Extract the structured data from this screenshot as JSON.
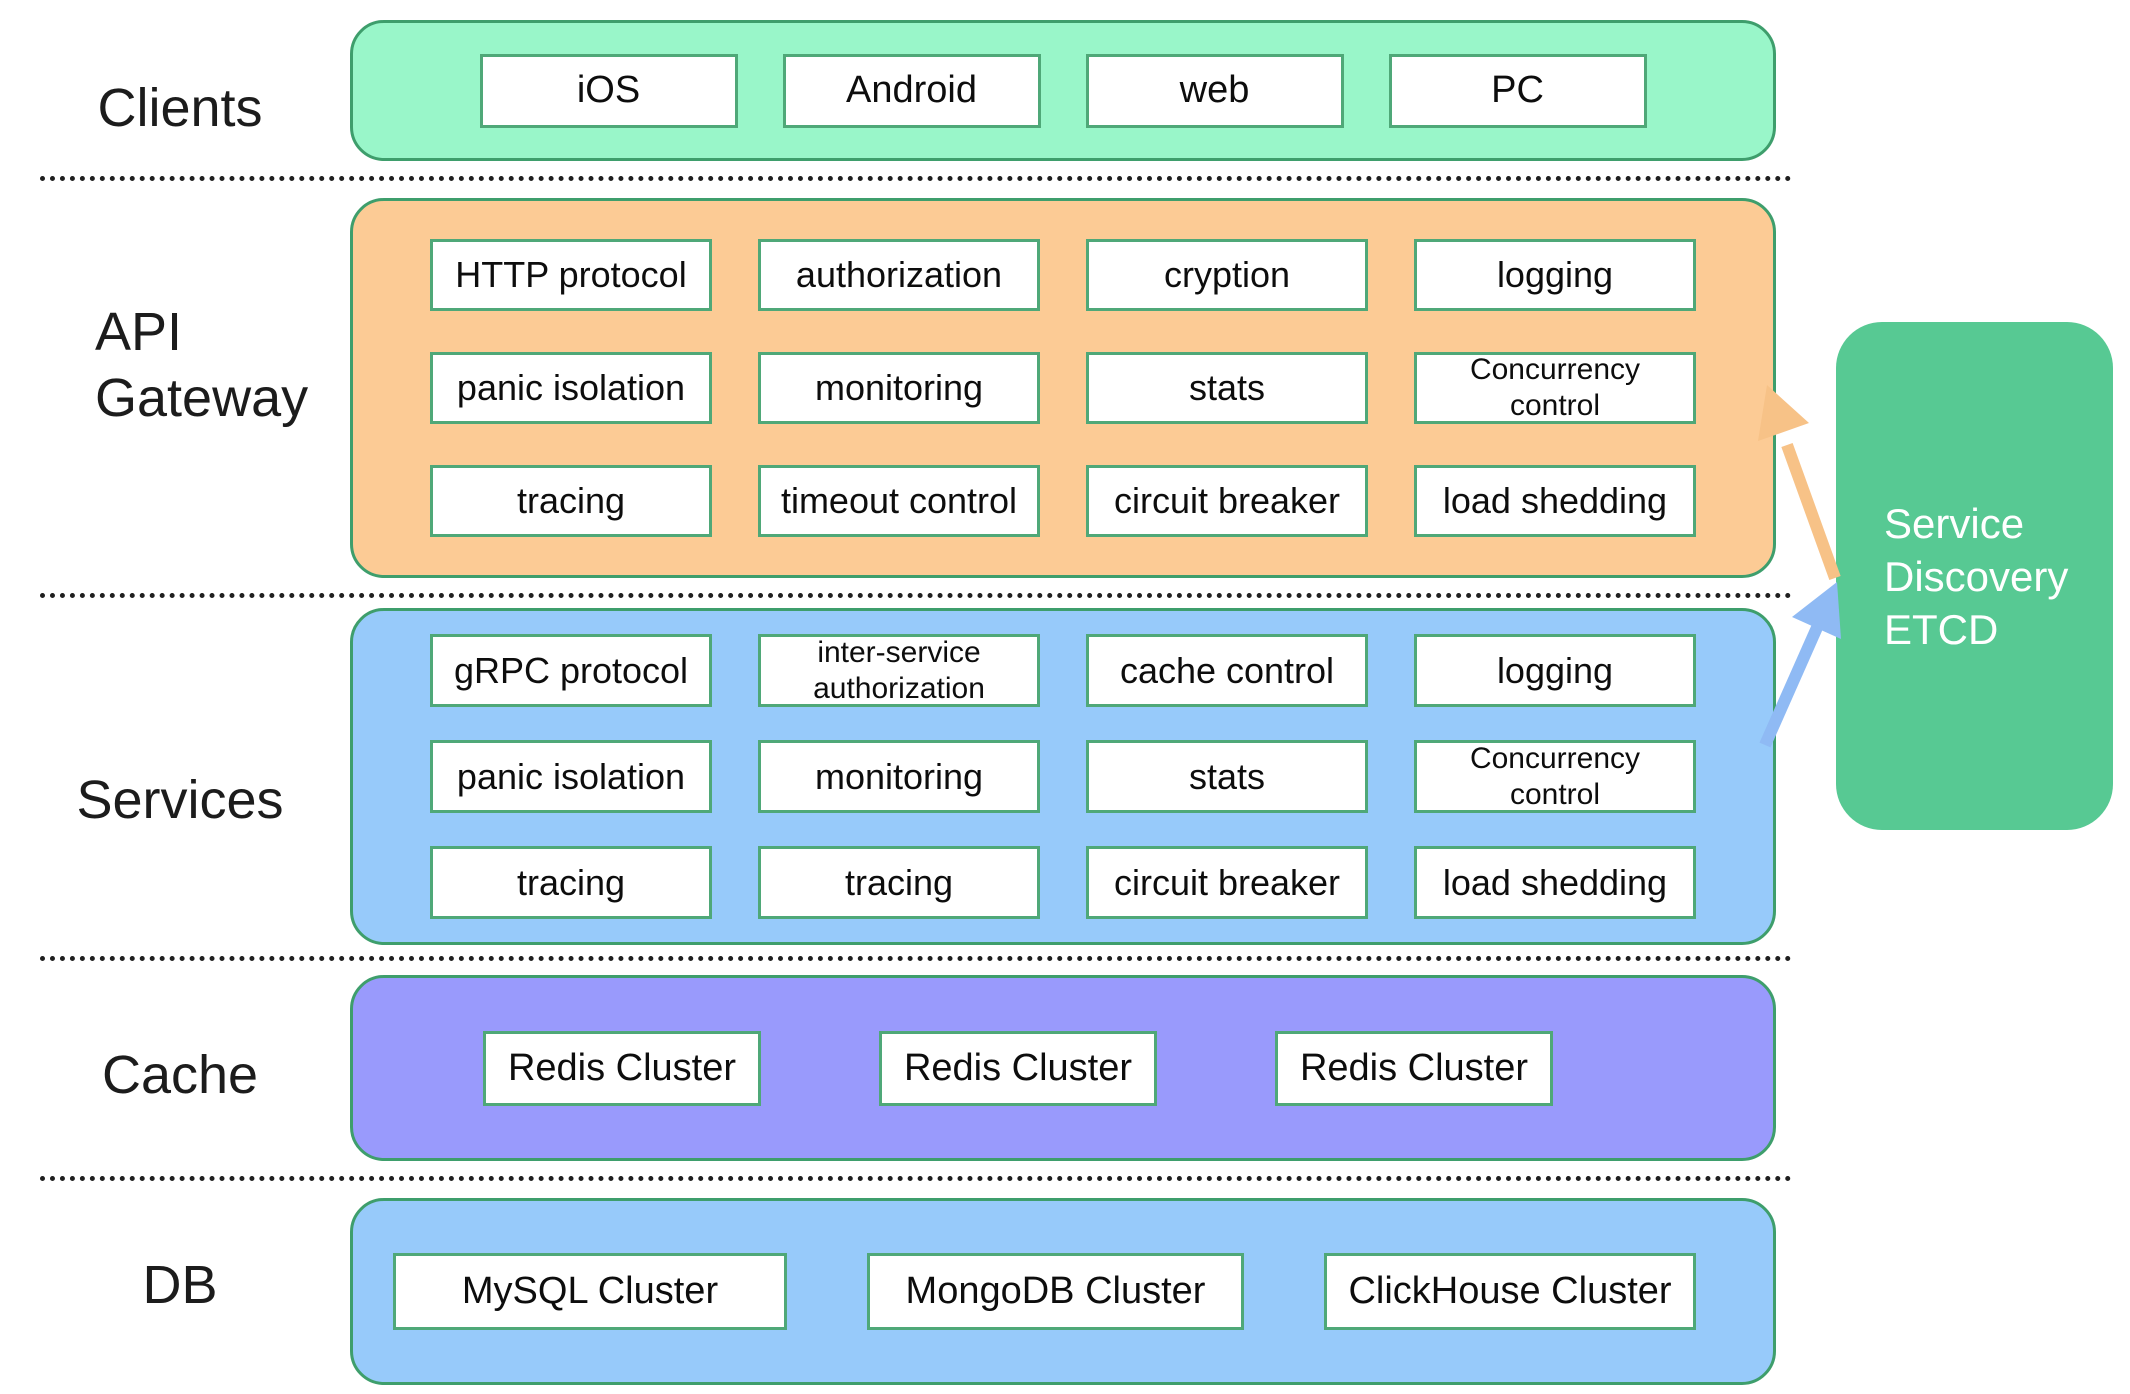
{
  "labels": {
    "clients": "Clients",
    "api_line1": "API",
    "api_line2": "Gateway",
    "services": "Services",
    "cache": "Cache",
    "db": "DB"
  },
  "clients": {
    "items": [
      "iOS",
      "Android",
      "web",
      "PC"
    ]
  },
  "gateway": {
    "rows": [
      [
        "HTTP protocol",
        "authorization",
        "cryption",
        "logging"
      ],
      [
        "panic isolation",
        "monitoring",
        "stats",
        "Concurrency control"
      ],
      [
        "tracing",
        "timeout control",
        "circuit breaker",
        "load shedding"
      ]
    ]
  },
  "services": {
    "rows": [
      [
        "gRPC protocol",
        "inter-service authorization",
        "cache control",
        "logging"
      ],
      [
        "panic isolation",
        "monitoring",
        "stats",
        "Concurrency control"
      ],
      [
        "tracing",
        "tracing",
        "circuit breaker",
        "load shedding"
      ]
    ]
  },
  "cache": {
    "items": [
      "Redis Cluster",
      "Redis Cluster",
      "Redis Cluster"
    ]
  },
  "db": {
    "items": [
      "MySQL Cluster",
      "MongoDB Cluster",
      "ClickHouse Cluster"
    ]
  },
  "etcd": {
    "line1": "Service",
    "line2": "Discovery",
    "line3": "ETCD"
  },
  "colors": {
    "clients_fill": "#99f6c9",
    "gateway_fill": "#fccb95",
    "services_fill": "#97cafa",
    "cache_fill": "#999afc",
    "db_fill": "#97cafa",
    "etcd_fill": "#57c993",
    "band_border": "#3e9e6c",
    "chip_border": "#4fa878",
    "arrow_orange": "#f7c287",
    "arrow_blue": "#8fbaf4",
    "dotted_line": "#1f1f1f",
    "etcd_text": "#ffffff"
  }
}
